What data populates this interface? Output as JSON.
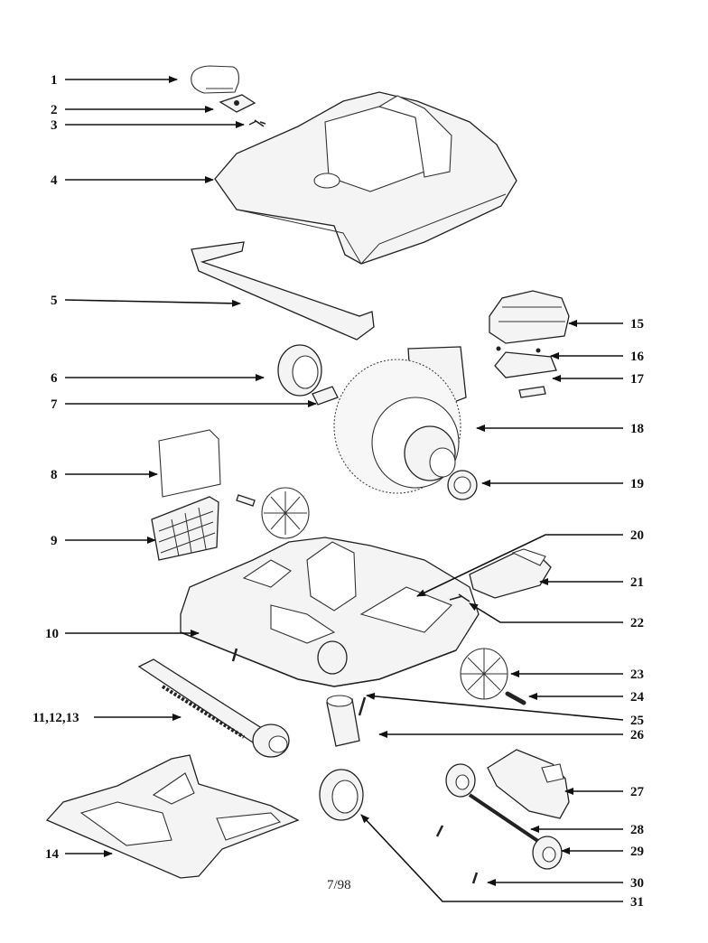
{
  "diagram": {
    "date_code": "7/98",
    "callouts": [
      {
        "id": "p1",
        "label": "1"
      },
      {
        "id": "p2",
        "label": "2"
      },
      {
        "id": "p3",
        "label": "3"
      },
      {
        "id": "p4",
        "label": "4"
      },
      {
        "id": "p5",
        "label": "5"
      },
      {
        "id": "p6",
        "label": "6"
      },
      {
        "id": "p7",
        "label": "7"
      },
      {
        "id": "p8",
        "label": "8"
      },
      {
        "id": "p9",
        "label": "9"
      },
      {
        "id": "p10",
        "label": "10"
      },
      {
        "id": "p11",
        "label": "11,12,13"
      },
      {
        "id": "p14",
        "label": "14"
      },
      {
        "id": "p15",
        "label": "15"
      },
      {
        "id": "p16",
        "label": "16"
      },
      {
        "id": "p17",
        "label": "17"
      },
      {
        "id": "p18",
        "label": "18"
      },
      {
        "id": "p19",
        "label": "19"
      },
      {
        "id": "p20",
        "label": "20"
      },
      {
        "id": "p21",
        "label": "21"
      },
      {
        "id": "p22",
        "label": "22"
      },
      {
        "id": "p23",
        "label": "23"
      },
      {
        "id": "p24",
        "label": "24"
      },
      {
        "id": "p25",
        "label": "25"
      },
      {
        "id": "p26",
        "label": "26"
      },
      {
        "id": "p27",
        "label": "27"
      },
      {
        "id": "p28",
        "label": "28"
      },
      {
        "id": "p29",
        "label": "29"
      },
      {
        "id": "p30",
        "label": "30"
      },
      {
        "id": "p31",
        "label": "31"
      }
    ]
  }
}
